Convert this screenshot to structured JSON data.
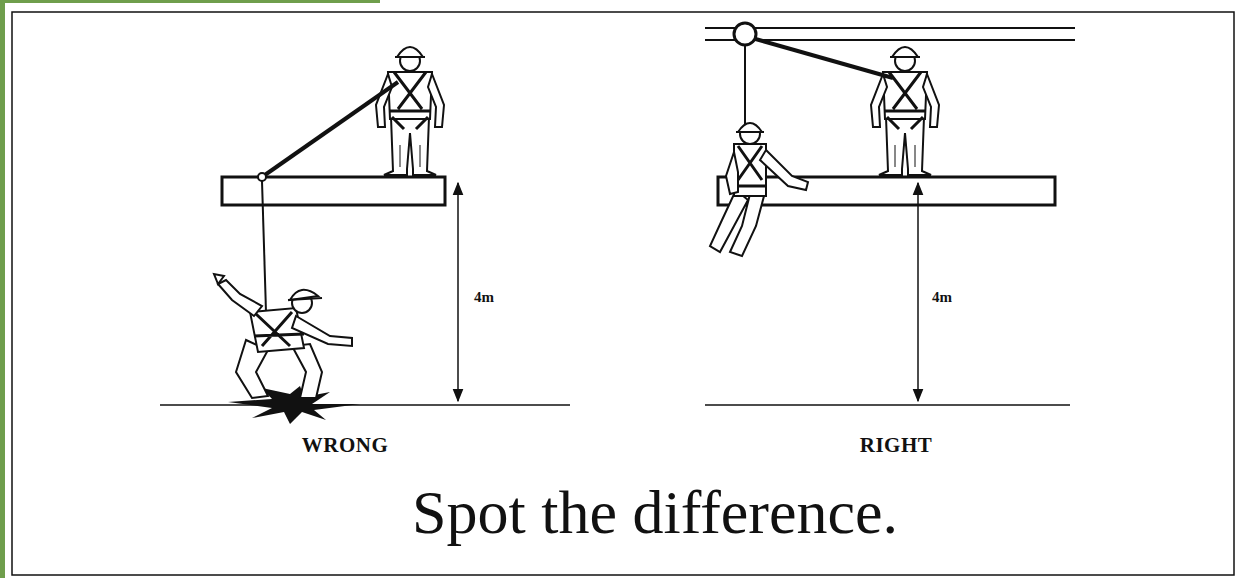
{
  "diagram": {
    "caption": "Spot the difference.",
    "labels": [
      "4m",
      "4m",
      "WRONG",
      "RIGHT"
    ]
  }
}
